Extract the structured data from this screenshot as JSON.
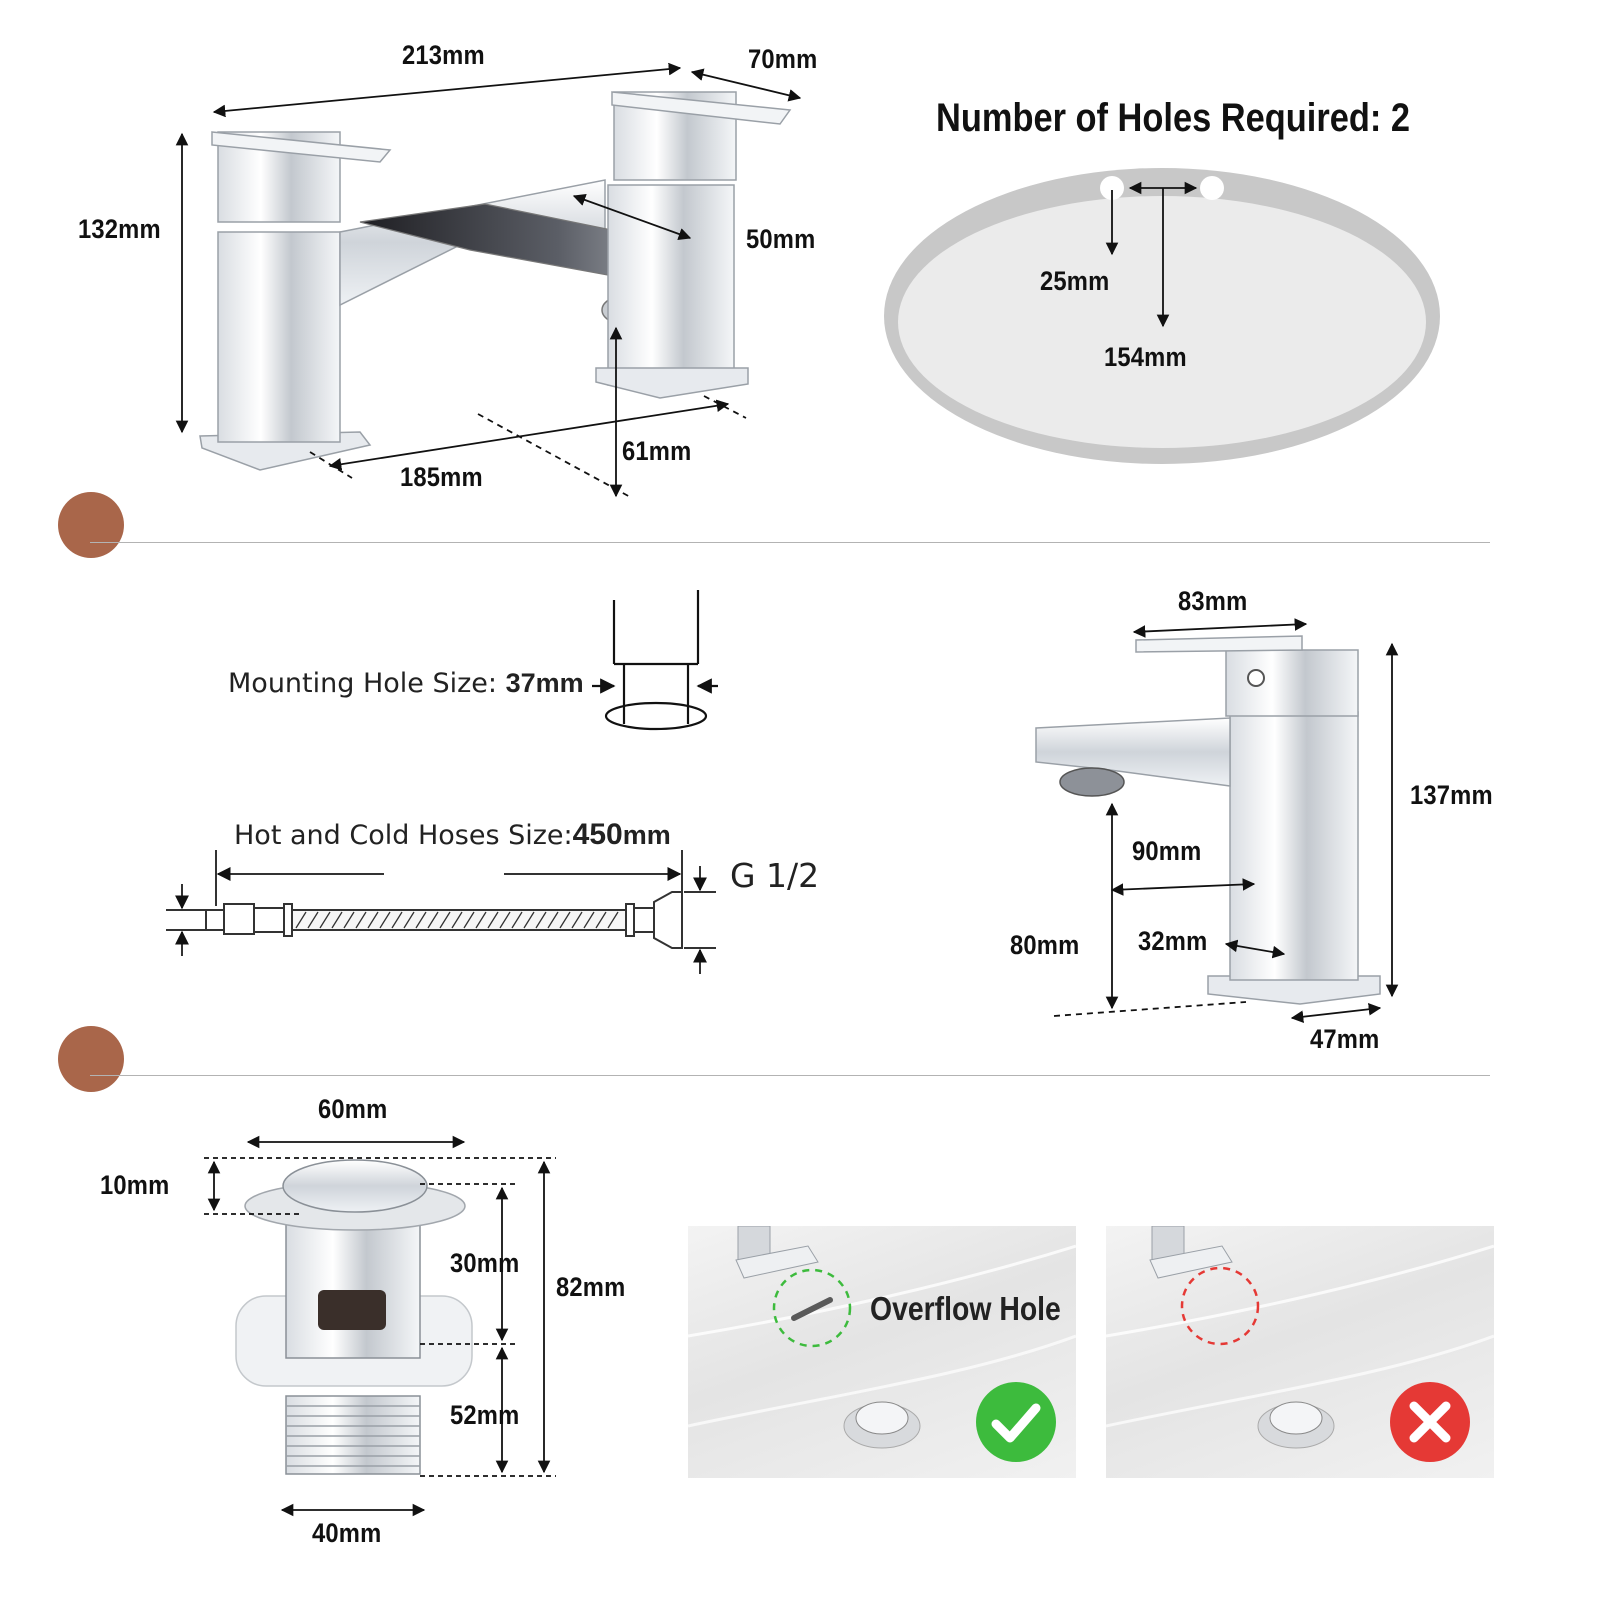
{
  "bath_filler": {
    "width": "213mm",
    "depth": "70mm",
    "height": "132mm",
    "spout_reach": "50mm",
    "spout_height": "61mm",
    "centers": "185mm"
  },
  "basin_holes": {
    "title": "Number of Holes Required: 2",
    "hole_spacing": "25mm",
    "hole_depth": "154mm"
  },
  "mounting": {
    "label": "Mounting Hole Size: ",
    "value": "37mm"
  },
  "hoses": {
    "label": "Hot and Cold Hoses Size:",
    "length": "450",
    "unit": "mm",
    "thread": "G 1/2"
  },
  "basin_tap": {
    "handle_width": "83mm",
    "height": "137mm",
    "spout_reach": "90mm",
    "spout_height": "80mm",
    "body_width": "32mm",
    "base_depth": "47mm"
  },
  "waste": {
    "cap_width": "60mm",
    "cap_height": "10mm",
    "upper_body": "30mm",
    "total_height": "82mm",
    "thread_height": "52mm",
    "thread_width": "40mm"
  },
  "overflow": {
    "label": "Overflow Hole",
    "ok_color": "#3dbb3d",
    "no_color": "#e53935"
  },
  "accent_color": "#a9664a"
}
